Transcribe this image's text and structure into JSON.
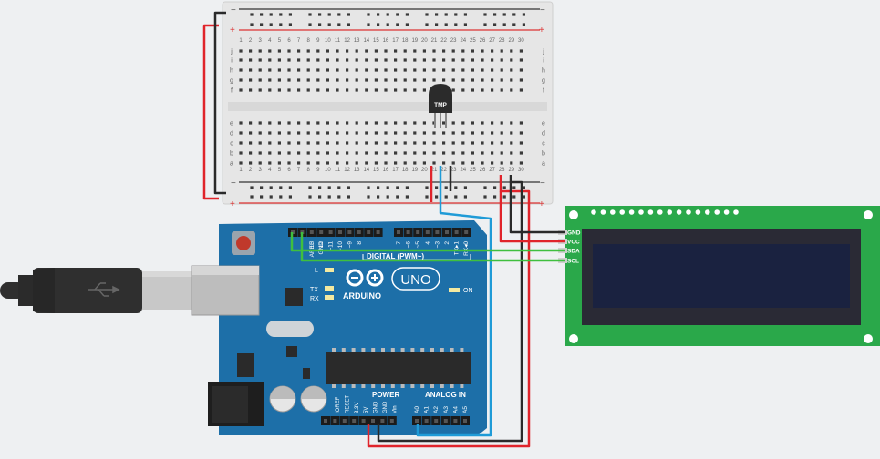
{
  "breadboard": {
    "rail_minus": "−",
    "rail_plus": "+",
    "rows_top": [
      "j",
      "i",
      "h",
      "g",
      "f"
    ],
    "rows_bottom": [
      "e",
      "d",
      "c",
      "b",
      "a"
    ],
    "columns": 30
  },
  "sensor": {
    "label": "TMP"
  },
  "arduino": {
    "brand": "ARDUINO",
    "model": "UNO",
    "digital_label": "DIGITAL (PWM~)",
    "power_label": "POWER",
    "analog_label": "ANALOG IN",
    "on_label": "ON",
    "led_l": "L",
    "led_tx": "TX",
    "led_rx": "RX",
    "digital_pins": [
      "AREF",
      "GND",
      "13",
      "12",
      "~11",
      "~10",
      "~9",
      "8",
      "7",
      "~6",
      "~5",
      "4",
      "~3",
      "2",
      "TX▸1",
      "RX◂0"
    ],
    "power_pins": [
      "IOREF",
      "RESET",
      "3.3V",
      "5V",
      "GND",
      "GND",
      "Vin"
    ],
    "analog_pins": [
      "A0",
      "A1",
      "A2",
      "A3",
      "A4",
      "A5"
    ]
  },
  "lcd": {
    "pins": [
      "GND",
      "VCC",
      "SDA",
      "SCL"
    ],
    "colors": {
      "pcb": "#2aa84a",
      "screen": "#1a2240",
      "bezel": "#223"
    }
  },
  "wires": {
    "colors": {
      "red": "#e0242b",
      "black": "#2a2a2a",
      "green": "#3fbf3f",
      "blue": "#1f9bd7"
    }
  }
}
